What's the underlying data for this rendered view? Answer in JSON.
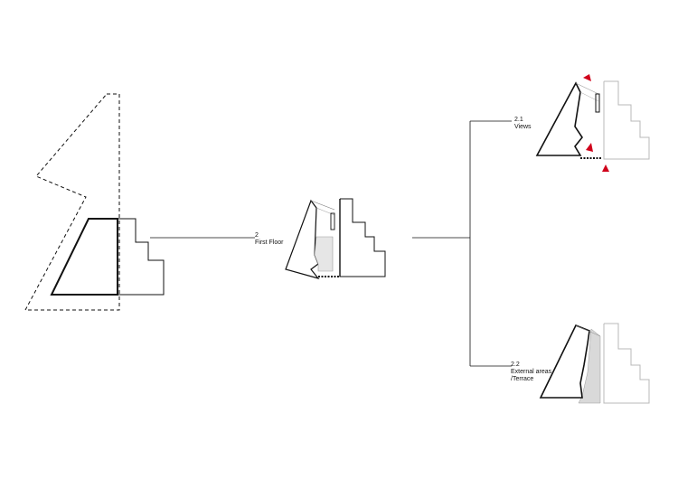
{
  "nodes": {
    "first_floor": {
      "number": "2",
      "title": "First Floor"
    },
    "views": {
      "number": "2.1",
      "title": "Views"
    },
    "external": {
      "number": "2.2",
      "title_line1": "External areas",
      "title_line2": "/Terrace"
    }
  },
  "colors": {
    "line": "#111111",
    "thin": "#666666",
    "light": "#b8b8b8",
    "shade": "#d9d9d9",
    "arrow": "#d0021b"
  }
}
